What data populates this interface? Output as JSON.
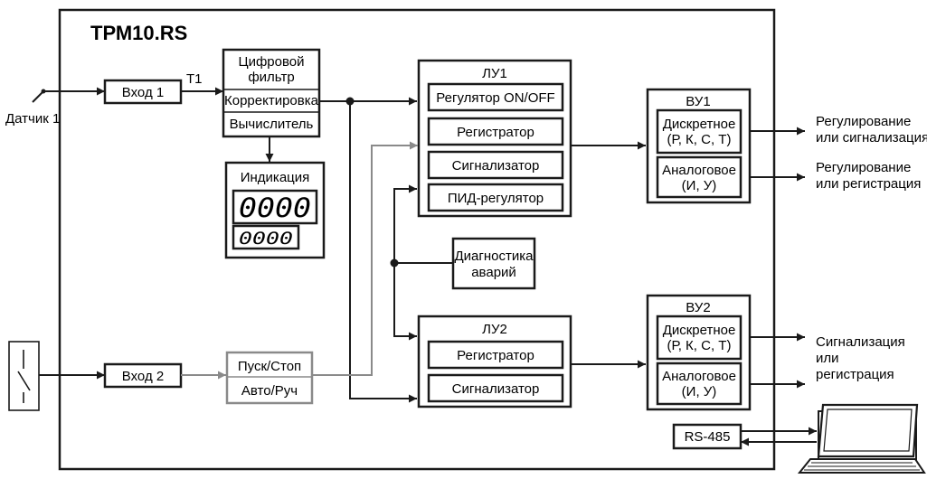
{
  "device": {
    "title": "ТРМ10.RS"
  },
  "sensor": {
    "label": "Датчик 1"
  },
  "inputs": {
    "in1": "Вход 1",
    "in2": "Вход 2",
    "t1": "Т1"
  },
  "filter": {
    "line1": "Цифровой",
    "line2": "фильтр",
    "correction": "Корректировка",
    "calculator": "Вычислитель"
  },
  "indication": {
    "title": "Индикация",
    "digits_main": "0000",
    "digits_small": "0000"
  },
  "switch": {
    "start_stop": "Пуск/Стоп",
    "auto_manual": "Авто/Руч"
  },
  "lu1": {
    "title": "ЛУ1",
    "items": [
      "Регулятор ON/OFF",
      "Регистратор",
      "Сигнализатор",
      "ПИД-регулятор"
    ]
  },
  "lu2": {
    "title": "ЛУ2",
    "items": [
      "Регистратор",
      "Сигнализатор"
    ]
  },
  "diagnostics": {
    "line1": "Диагностика",
    "line2": "аварий"
  },
  "vu1": {
    "title": "ВУ1",
    "discrete": [
      "Дискретное",
      "(Р, К, С, Т)"
    ],
    "analog": [
      "Аналоговое",
      "(И, У)"
    ]
  },
  "vu2": {
    "title": "ВУ2",
    "discrete": [
      "Дискретное",
      "(Р, К, С, Т)"
    ],
    "analog": [
      "Аналоговое",
      "(И, У)"
    ]
  },
  "outputs": {
    "vu1_discrete": [
      "Регулирование",
      "или сигнализация"
    ],
    "vu1_analog": [
      "Регулирование",
      "или регистрация"
    ],
    "vu2": [
      "Сигнализация",
      "или",
      "регистрация"
    ]
  },
  "interface": {
    "label": "RS-485"
  },
  "colors": {
    "line": "#1a1a1a",
    "gray_path": "#8a8a8a",
    "background": "#ffffff"
  }
}
